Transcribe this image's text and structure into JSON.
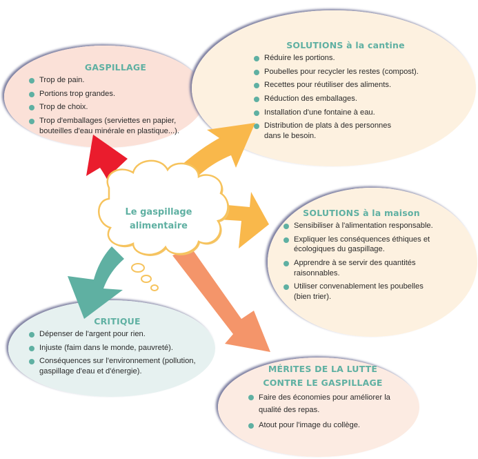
{
  "center": {
    "line1": "Le gaspillage",
    "line2": "alimentaire"
  },
  "colors": {
    "accent": "#5fb0a2",
    "arrow_gaspillage": "#ea1c2d",
    "arrow_cantine": "#f9b84b",
    "arrow_maison": "#f9b84b",
    "arrow_critique": "#5fb0a2",
    "arrow_merites": "#f4956a",
    "bubble_gaspillage": "#fbe1d8",
    "bubble_cantine": "#fdf1e0",
    "bubble_maison": "#fdf1e0",
    "bubble_critique": "#e6f1f0",
    "bubble_merites": "#fcebe2"
  },
  "bubbles": {
    "gaspillage": {
      "title": "GASPILLAGE",
      "items": [
        "Trop de pain.",
        "Portions trop grandes.",
        "Trop de choix.",
        "Trop d'emballages (serviettes en papier, bouteilles d'eau minérale en plastique...)."
      ]
    },
    "cantine": {
      "title": "SOLUTIONS à la cantine",
      "items": [
        "Réduire les portions.",
        "Poubelles pour recycler les restes (compost).",
        "Recettes pour réutiliser des aliments.",
        "Réduction des emballages.",
        "Installation d'une fontaine à eau.",
        "Distribution de plats à des personnes dans le besoin."
      ]
    },
    "maison": {
      "title": "SOLUTIONS à la maison",
      "items": [
        "Sensibiliser à l'alimentation responsable.",
        "Expliquer les conséquences éthiques et écologiques du gaspillage.",
        "Apprendre à se servir des quantités raisonnables.",
        "Utiliser convenablement les poubelles (bien trier)."
      ]
    },
    "critique": {
      "title": "CRITIQUE",
      "items": [
        "Dépenser de l'argent pour rien.",
        "Injuste (faim dans le monde, pauvreté).",
        "Conséquences sur l'environnement (pollution, gaspillage d'eau et d'énergie)."
      ]
    },
    "merites": {
      "title_line1": "MÉRITES DE LA LUTTE",
      "title_line2": "CONTRE LE GASPILLAGE",
      "items": [
        "Faire des économies pour améliorer la qualité des repas.",
        "Atout pour l'image du collège."
      ]
    }
  }
}
